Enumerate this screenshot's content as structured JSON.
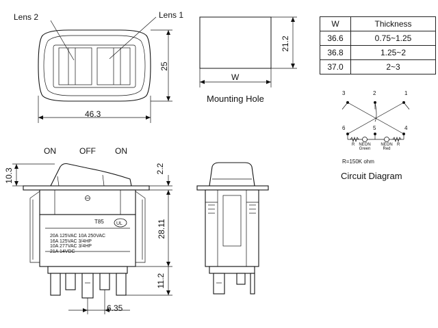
{
  "top_view": {
    "lens_left": "Lens 2",
    "lens_right": "Lens 1",
    "dim_width": "46.3",
    "dim_height": "25"
  },
  "mounting_hole": {
    "caption": "Mounting Hole",
    "dim_width": "W",
    "dim_height": "21.2"
  },
  "thickness_table": {
    "headers": [
      "W",
      "Thickness"
    ],
    "rows": [
      [
        "36.6",
        "0.75~1.25"
      ],
      [
        "36.8",
        "1.25~2"
      ],
      [
        "37.0",
        "2~3"
      ]
    ]
  },
  "circuit": {
    "caption": "Circuit Diagram",
    "pins": [
      "3",
      "2",
      "1",
      "6",
      "5",
      "4"
    ],
    "resistor_left": "R",
    "resistor_right": "R",
    "neon_left_line1": "NEON",
    "neon_left_line2": "Green",
    "neon_right_line1": "NEON",
    "neon_right_line2": "Red",
    "resistor_note": "R=150K ohm"
  },
  "front_view": {
    "positions": [
      "ON",
      "OFF",
      "ON"
    ],
    "dim_actuator": "10.3",
    "dim_flange": "2.2",
    "dim_body": "28.11",
    "dim_terminal": "11.2",
    "dim_pitch": "6.35",
    "model": "T85",
    "rating_lines": [
      "20A 125VAC 10A 250VAC",
      "16A 125VAC 3/4HP",
      "10A 277VAC 3/4HP",
      "21A 14VDC"
    ]
  }
}
